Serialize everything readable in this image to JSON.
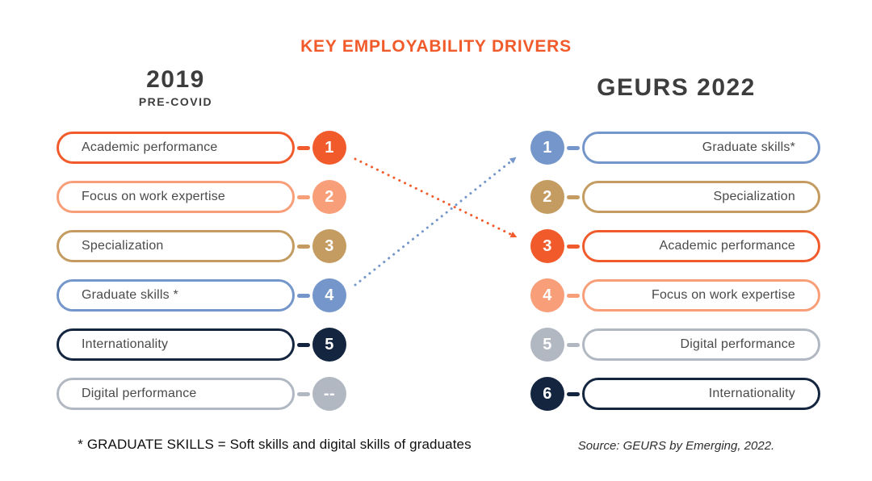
{
  "title": "KEY EMPLOYABILITY DRIVERS",
  "accent_color": "#F15B2B",
  "left_column": {
    "heading": "2019",
    "subheading": "PRE-COVID",
    "items": [
      {
        "rank": "1",
        "label": "Academic performance",
        "color": "#F15B2B"
      },
      {
        "rank": "2",
        "label": "Focus on work expertise",
        "color": "#F89E79"
      },
      {
        "rank": "3",
        "label": "Specialization",
        "color": "#C49B60"
      },
      {
        "rank": "4",
        "label": "Graduate skills *",
        "color": "#7496CB"
      },
      {
        "rank": "5",
        "label": "Internationality",
        "color": "#14253F"
      },
      {
        "rank": "--",
        "label": "Digital performance",
        "color": "#B2B8C2"
      }
    ]
  },
  "right_column": {
    "heading": "GEURS 2022",
    "items": [
      {
        "rank": "1",
        "label": "Graduate skills*",
        "color": "#7496CB"
      },
      {
        "rank": "2",
        "label": "Specialization",
        "color": "#C49B60"
      },
      {
        "rank": "3",
        "label": "Academic performance",
        "color": "#F15B2B"
      },
      {
        "rank": "4",
        "label": "Focus on work expertise",
        "color": "#F89E79"
      },
      {
        "rank": "5",
        "label": "Digital performance",
        "color": "#B2B8C2"
      },
      {
        "rank": "6",
        "label": "Internationality",
        "color": "#14253F"
      }
    ]
  },
  "connectors": [
    {
      "name": "academic-performance-shift",
      "color": "#F15B2B",
      "from": "2019 rank 1",
      "to": "2022 rank 3"
    },
    {
      "name": "graduate-skills-shift",
      "color": "#7496CB",
      "from": "2019 rank 4",
      "to": "2022 rank 1"
    }
  ],
  "footnote": "* GRADUATE SKILLS =  Soft skills and digital skills of graduates",
  "source": "Source: GEURS by Emerging, 2022."
}
